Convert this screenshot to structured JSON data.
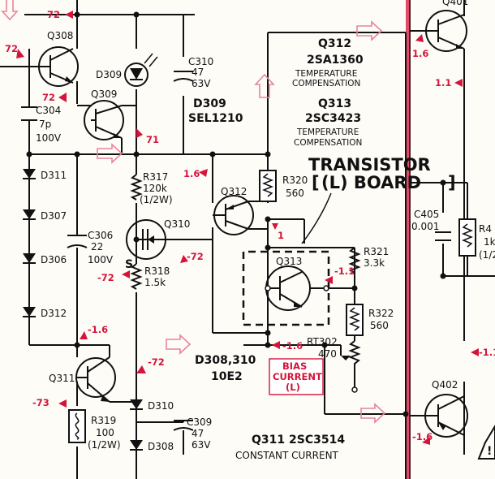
{
  "transistors": {
    "q308": "Q308",
    "q309": "Q309",
    "q310": "Q310",
    "q311": "Q311",
    "q312": "Q312",
    "q313": "Q313",
    "q401": "Q401",
    "q402": "Q402"
  },
  "diodes": {
    "d309": "D309",
    "d310": "D310",
    "d308": "D308",
    "d311": "D311",
    "d307": "D307",
    "d306": "D306",
    "d312": "D312"
  },
  "capacitors": {
    "c310": [
      "C310",
      "47",
      "63V"
    ],
    "c304": [
      "C304",
      "7p",
      "100V"
    ],
    "c306": [
      "C306",
      "22",
      "100V"
    ],
    "c309": [
      "C309",
      "47",
      "63V"
    ],
    "c405": [
      "C405",
      "0.001"
    ]
  },
  "resistors": {
    "r317": [
      "R317",
      "120k",
      "(1/2W)"
    ],
    "r318": [
      "R318",
      "1.5k"
    ],
    "r319": [
      "R319",
      "100",
      "(1/2W)"
    ],
    "r320": [
      "R320",
      "560"
    ],
    "r321": [
      "R321",
      "3.3k"
    ],
    "r322": [
      "R322",
      "560"
    ],
    "r4xx": [
      "R4",
      "1k",
      "(1/2"
    ],
    "rt302": [
      "RT302",
      "470"
    ]
  },
  "notes": {
    "d309_part": [
      "D309",
      "SEL1210"
    ],
    "q312_part": [
      "Q312",
      "2SA1360",
      "TEMPERATURE",
      "COMPENSATION"
    ],
    "q313_part": [
      "Q313",
      "2SC3423",
      "TEMPERATURE",
      "COMPENSATION"
    ],
    "board": [
      "TRANSISTOR",
      "(L) BOARD"
    ],
    "d308_part": [
      "D308,310",
      "10E2"
    ],
    "q311_part": [
      "Q311 2SC3514",
      "CONSTANT CURRENT"
    ],
    "bias": [
      "BIAS",
      "CURRENT",
      "(L)"
    ],
    "pin_s": "S"
  },
  "voltages": {
    "v_top": "72",
    "v_q308": "72",
    "v_q309": "72",
    "v_71": "71",
    "v_q312": "1.6",
    "v_q310": "-72",
    "v_s": "-72",
    "v_1": "1",
    "v_q313": "-1.1",
    "v_q311_top": "-1.6",
    "v_rt": "-1.6",
    "v_d310": "-72",
    "v_q311_base": "-73",
    "v_q401": "1.6",
    "v_q401b": "1.1",
    "v_q402_top": "-1.1",
    "v_q402": "-1.6"
  },
  "colors": {
    "voltage_marker": "#d4143a",
    "signal_arrow": "#e8849a",
    "board_edge": "#e44a6a"
  }
}
